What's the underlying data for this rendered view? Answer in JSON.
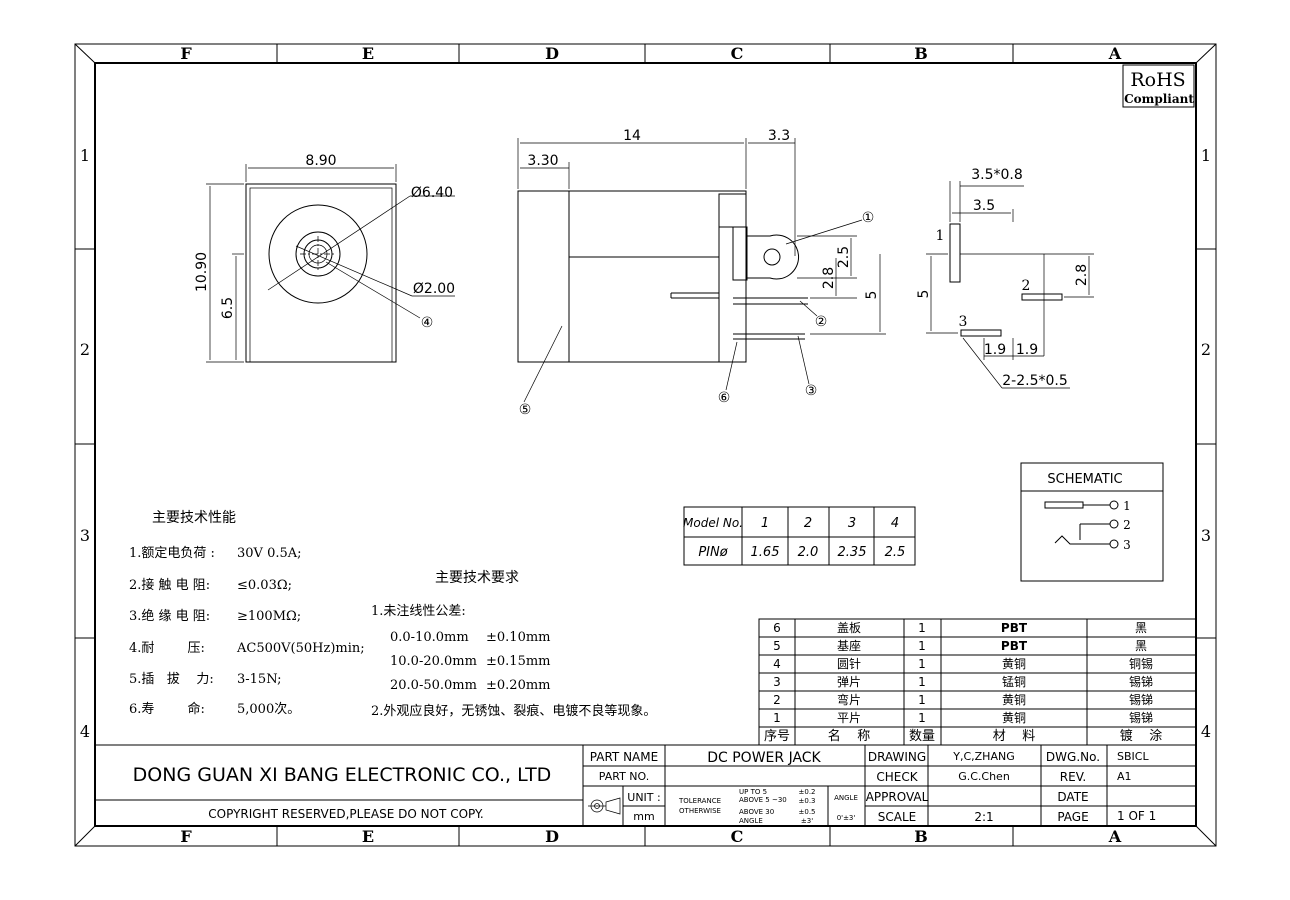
{
  "frame": {
    "columns": [
      "F",
      "E",
      "D",
      "C",
      "B",
      "A"
    ],
    "rows": [
      "1",
      "2",
      "3",
      "4"
    ]
  },
  "rohs": {
    "line1": "RoHS",
    "line2": "Compliant"
  },
  "front_view": {
    "width": "8.90",
    "height": "10.90",
    "center_height": "6.5",
    "outer_dia": "Ø6.40",
    "pin_dia": "Ø2.00",
    "callout": "④"
  },
  "side_view": {
    "length": "14",
    "front": "3.30",
    "rear": "3.3",
    "h1": "2.5",
    "h2": "2.8",
    "h3": "5",
    "callouts": [
      "①",
      "②",
      "③",
      "⑤",
      "⑥"
    ]
  },
  "pin_view": {
    "pin_size": "3.5*0.8",
    "pin_length": "3.5",
    "h_left": "5",
    "h_right": "2.8",
    "space1": "1.9",
    "space2": "1.9",
    "tabs": "2-2.5*0.5",
    "pin_labels": [
      "1",
      "2",
      "3"
    ]
  },
  "schematic": {
    "title": "SCHEMATIC",
    "pins": [
      "1",
      "2",
      "3"
    ]
  },
  "specs": {
    "title": "主要技术性能",
    "items": [
      {
        "label": "1.额定电负荷 :",
        "value": "30V 0.5A;"
      },
      {
        "label": "2.接 触 电 阻:",
        "value": "≤0.03Ω;"
      },
      {
        "label": "3.绝 缘 电 阻:",
        "value": "≥100MΩ;"
      },
      {
        "label": "4.耐        压:",
        "value": "AC500V(50Hz)min;"
      },
      {
        "label": "5.插   拔    力:",
        "value": "3-15N;"
      },
      {
        "label": "6.寿        命:",
        "value": "5,000次。"
      }
    ]
  },
  "requirements": {
    "title": "主要技术要求",
    "line1": "1.未注线性公差:",
    "tolerances": [
      {
        "range": "0.0-10.0mm",
        "tol": "±0.10mm"
      },
      {
        "range": "10.0-20.0mm",
        "tol": "±0.15mm"
      },
      {
        "range": "20.0-50.0mm",
        "tol": "±0.20mm"
      }
    ],
    "line2": "2.外观应良好，无锈蚀、裂痕、电镀不良等现象。"
  },
  "model_table": {
    "header": [
      "Model No.",
      "1",
      "2",
      "3",
      "4"
    ],
    "row": [
      "PINø",
      "1.65",
      "2.0",
      "2.35",
      "2.5"
    ]
  },
  "bom": {
    "rows": [
      [
        "6",
        "盖板",
        "1",
        "PBT",
        "黑"
      ],
      [
        "5",
        "基座",
        "1",
        "PBT",
        "黑"
      ],
      [
        "4",
        "圆针",
        "1",
        "黄铜",
        "铜锡"
      ],
      [
        "3",
        "弹片",
        "1",
        "锰铜",
        "锡锑"
      ],
      [
        "2",
        "弯片",
        "1",
        "黄铜",
        "锡锑"
      ],
      [
        "1",
        "平片",
        "1",
        "黄铜",
        "锡锑"
      ]
    ],
    "header": [
      "序号",
      "名    称",
      "数量",
      "材    料",
      "镀    涂"
    ]
  },
  "title_block": {
    "company": "DONG GUAN XI BANG ELECTRONIC CO., LTD",
    "copyright": "COPYRIGHT RESERVED,PLEASE DO NOT COPY.",
    "part_name_label": "PART NAME",
    "part_name": "DC POWER JACK",
    "part_no_label": "PART NO.",
    "part_no": "",
    "unit_label": "UNIT :",
    "unit": "mm",
    "tolerance_label1": "TOLERANCE",
    "tolerance_label2": "OTHERWISE",
    "tol_ranges": [
      "UP TO 5",
      "ABOVE 5 ~30",
      "ABOVE 30",
      "ANGLE"
    ],
    "tol_values": [
      "±0.2",
      "±0.3",
      "±0.5",
      "±3'"
    ],
    "angle_label": "ANGLE",
    "angle_value": "0'±3'",
    "drawing_label": "DRAWING",
    "drawing": "Y,C,ZHANG",
    "check_label": "CHECK",
    "check": "G.C.Chen",
    "approval_label": "APPROVAL",
    "approval": "",
    "scale_label": "SCALE",
    "scale": "2:1",
    "dwg_label": "DWG.No.",
    "dwg": "SBICL",
    "rev_label": "REV.",
    "rev": "A1",
    "date_label": "DATE",
    "date": "",
    "page_label": "PAGE",
    "page": "1 OF 1"
  }
}
